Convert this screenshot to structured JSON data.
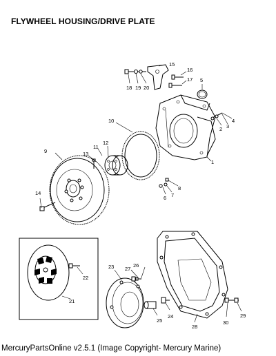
{
  "title": "FLYWHEEL HOUSING/DRIVE PLATE",
  "caption": "MercuryPartsOnline v2.5.1 (Image Copyright- Mercury Marine)",
  "callouts": [
    "1",
    "2",
    "3",
    "4",
    "5",
    "6",
    "7",
    "8",
    "9",
    "10",
    "11",
    "12",
    "13",
    "14",
    "15",
    "16",
    "17",
    "18",
    "19",
    "20",
    "21",
    "22",
    "23",
    "24",
    "25",
    "26",
    "27",
    "28",
    "29",
    "30"
  ]
}
